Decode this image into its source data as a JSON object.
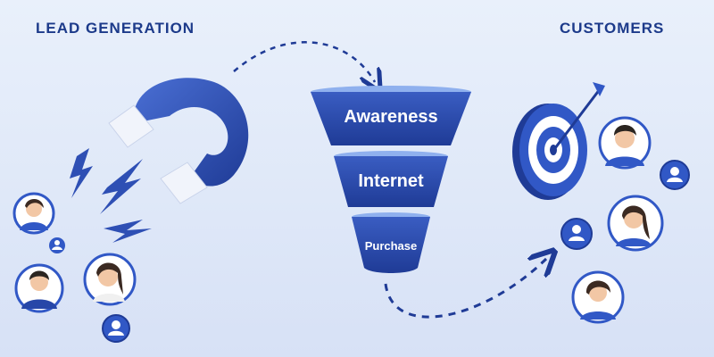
{
  "headings": {
    "left": "LEAD GENERATION",
    "right": "CUSTOMERS"
  },
  "funnel": {
    "stages": [
      "Awareness",
      "Internet",
      "Purchase"
    ]
  },
  "colors": {
    "heading": "#1c3a8a",
    "funnel_top": "#2e4fb4",
    "funnel_light": "#6e93e3",
    "background": "#e4ecfa",
    "avatar_ring": "#3158c6"
  },
  "icons": [
    "magnet-icon",
    "lightning-icon",
    "funnel-icon",
    "target-icon",
    "arrow-icon",
    "person-icon"
  ]
}
